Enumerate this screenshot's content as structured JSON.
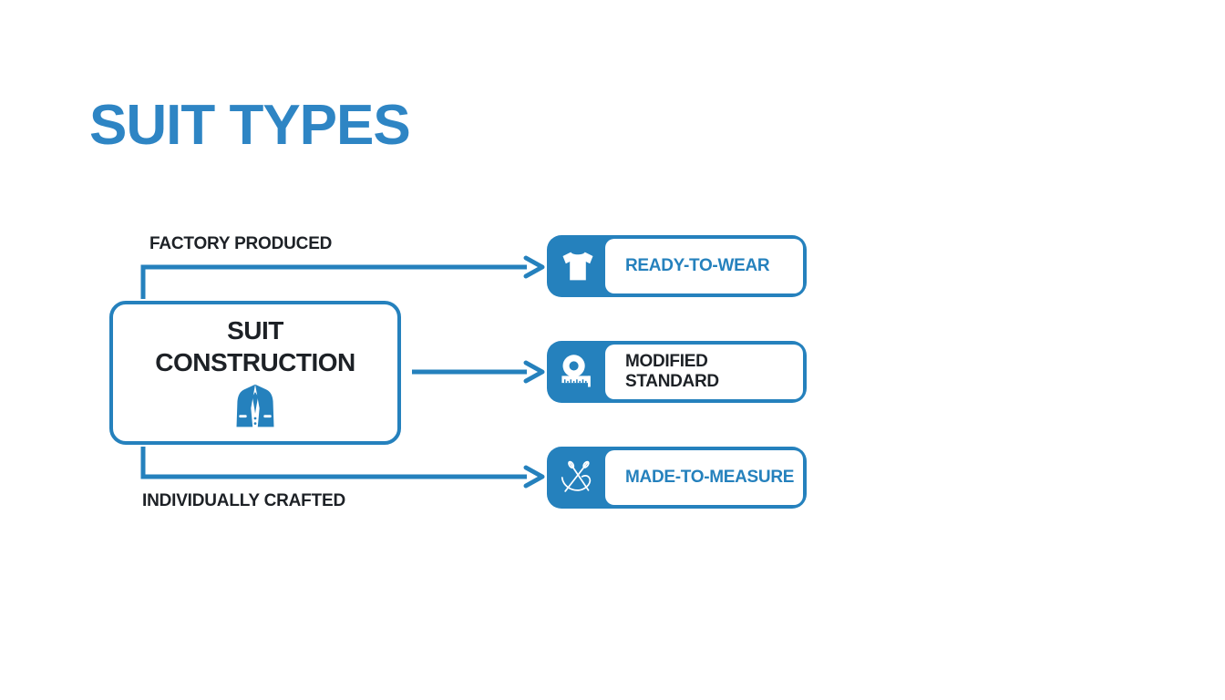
{
  "title": "SUIT TYPES",
  "colors": {
    "accent": "#2581bd",
    "title": "#2e85c4",
    "text_dark": "#1d2126",
    "node_icon_foreground": "#ffffff",
    "background": "#ffffff"
  },
  "center_node": {
    "label": "SUIT\nCONSTRUCTION",
    "icon": "suit-jacket-icon"
  },
  "branch_labels": {
    "top": "FACTORY PRODUCED",
    "bottom": "INDIVIDUALLY CRAFTED"
  },
  "nodes": [
    {
      "label": "READY-TO-WEAR",
      "icon": "tshirt-icon",
      "label_color": "#2581bd"
    },
    {
      "label": "MODIFIED STANDARD",
      "icon": "measuring-tape-icon",
      "label_color": "#1d2126"
    },
    {
      "label": "MADE-TO-MEASURE",
      "icon": "needle-thread-icon",
      "label_color": "#2581bd"
    }
  ]
}
